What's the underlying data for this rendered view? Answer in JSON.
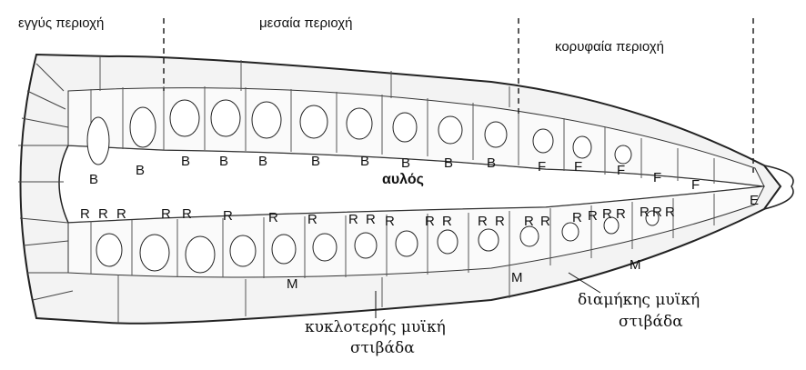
{
  "regions": {
    "proximal": "εγγύς περιοχή",
    "middle": "μεσαία περιοχή",
    "apical": "κορυφαία περιοχή"
  },
  "lumen_label": "αυλός",
  "annotations": {
    "circular_muscle_line1": "κυκλοτερής μυϊκή",
    "circular_muscle_line2": "στιβάδα",
    "longitudinal_muscle_line1": "διαμήκης μυϊκή",
    "longitudinal_muscle_line2": "στιβάδα"
  },
  "cell_types": {
    "B": "B",
    "F": "F",
    "R": "R",
    "M": "M",
    "E": "E"
  }
}
